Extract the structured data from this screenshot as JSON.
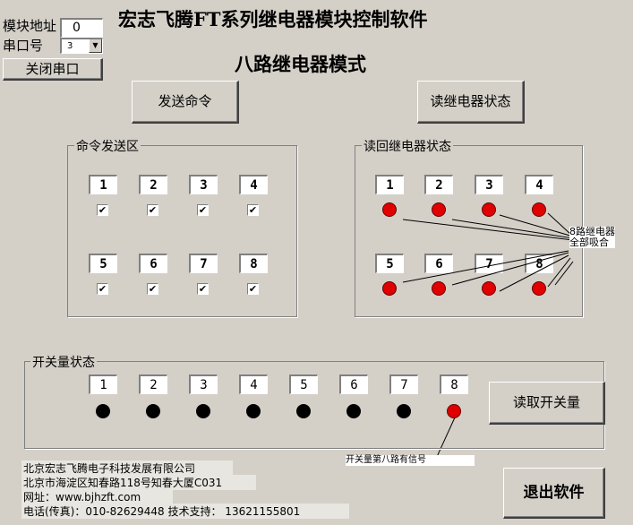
{
  "title": "宏志飞腾FT系列继电器模块控制软件",
  "subtitle": "八路继电器模式",
  "top_left": {
    "address_label": "模块地址",
    "address_value": "0",
    "port_label": "串口号",
    "port_value": "3",
    "close_port_button": "关闭串口"
  },
  "send_command_button": "发送命令",
  "read_relay_button": "读继电器状态",
  "send_group": {
    "title": "命令发送区",
    "channels": [
      "1",
      "2",
      "3",
      "4",
      "5",
      "6",
      "7",
      "8"
    ],
    "check_mark": "✔"
  },
  "readback_group": {
    "title": "读回继电器状态",
    "channels": [
      "1",
      "2",
      "3",
      "4",
      "5",
      "6",
      "7",
      "8"
    ],
    "annotation_line1": "8路继电器",
    "annotation_line2": "全部吸合"
  },
  "switch_group": {
    "title": "开关量状态",
    "channels": [
      "1",
      "2",
      "3",
      "4",
      "5",
      "6",
      "7",
      "8"
    ],
    "read_button": "读取开关量",
    "note": "开关量第八路有信号"
  },
  "company": {
    "name": "北京宏志飞腾电子科技发展有限公司",
    "address": "北京市海淀区知春路118号知春大厦C031",
    "website": "网址：www.bjhzft.com",
    "phone": "电话(传真)：010-82629448   技术支持：  13621155801"
  },
  "exit_button": "退出软件",
  "colors": {
    "background": "#d4d0c8",
    "led_on": "#e00000",
    "led_off": "#000000"
  }
}
